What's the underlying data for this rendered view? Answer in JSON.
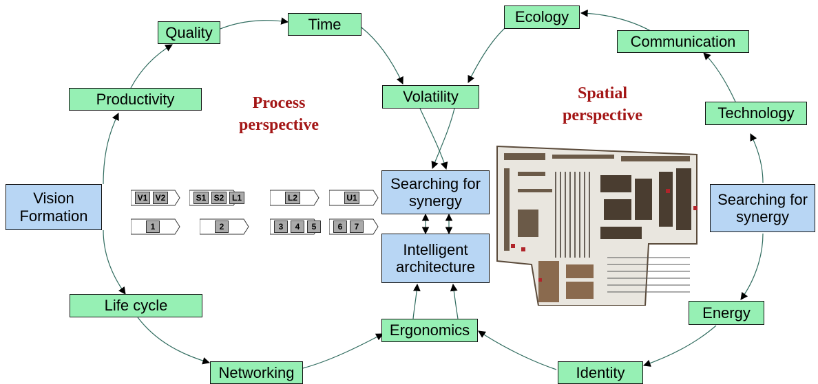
{
  "process": {
    "title_line1": "Process",
    "title_line2": "perspective",
    "nodes": {
      "quality": "Quality",
      "time": "Time",
      "productivity": "Productivity",
      "volatility": "Volatility",
      "life_cycle": "Life cycle",
      "networking": "Networking",
      "ergonomics": "Ergonomics"
    },
    "vision_line1": "Vision",
    "vision_line2": "Formation",
    "stages_row1": [
      [
        "V1",
        "V2"
      ],
      [
        "S1",
        "S2",
        "L1"
      ],
      [
        "L2"
      ],
      [
        "U1"
      ]
    ],
    "stages_row2": [
      [
        "1"
      ],
      [
        "2"
      ],
      [
        "3",
        "4",
        "5"
      ],
      [
        "6",
        "7"
      ]
    ]
  },
  "center": {
    "synergy_line1": "Searching for",
    "synergy_line2": "synergy",
    "architecture_line1": "Intelligent",
    "architecture_line2": "architecture"
  },
  "spatial": {
    "title_line1": "Spatial",
    "title_line2": "perspective",
    "nodes": {
      "ecology": "Ecology",
      "communication": "Communication",
      "technology": "Technology",
      "energy": "Energy",
      "identity": "Identity"
    },
    "synergy_line1": "Searching for",
    "synergy_line2": "synergy"
  },
  "colors": {
    "green_box": "#96f0b4",
    "blue_box": "#b8d6f4",
    "cycle_line": "#2f6b5e",
    "title_red": "#a31515"
  }
}
